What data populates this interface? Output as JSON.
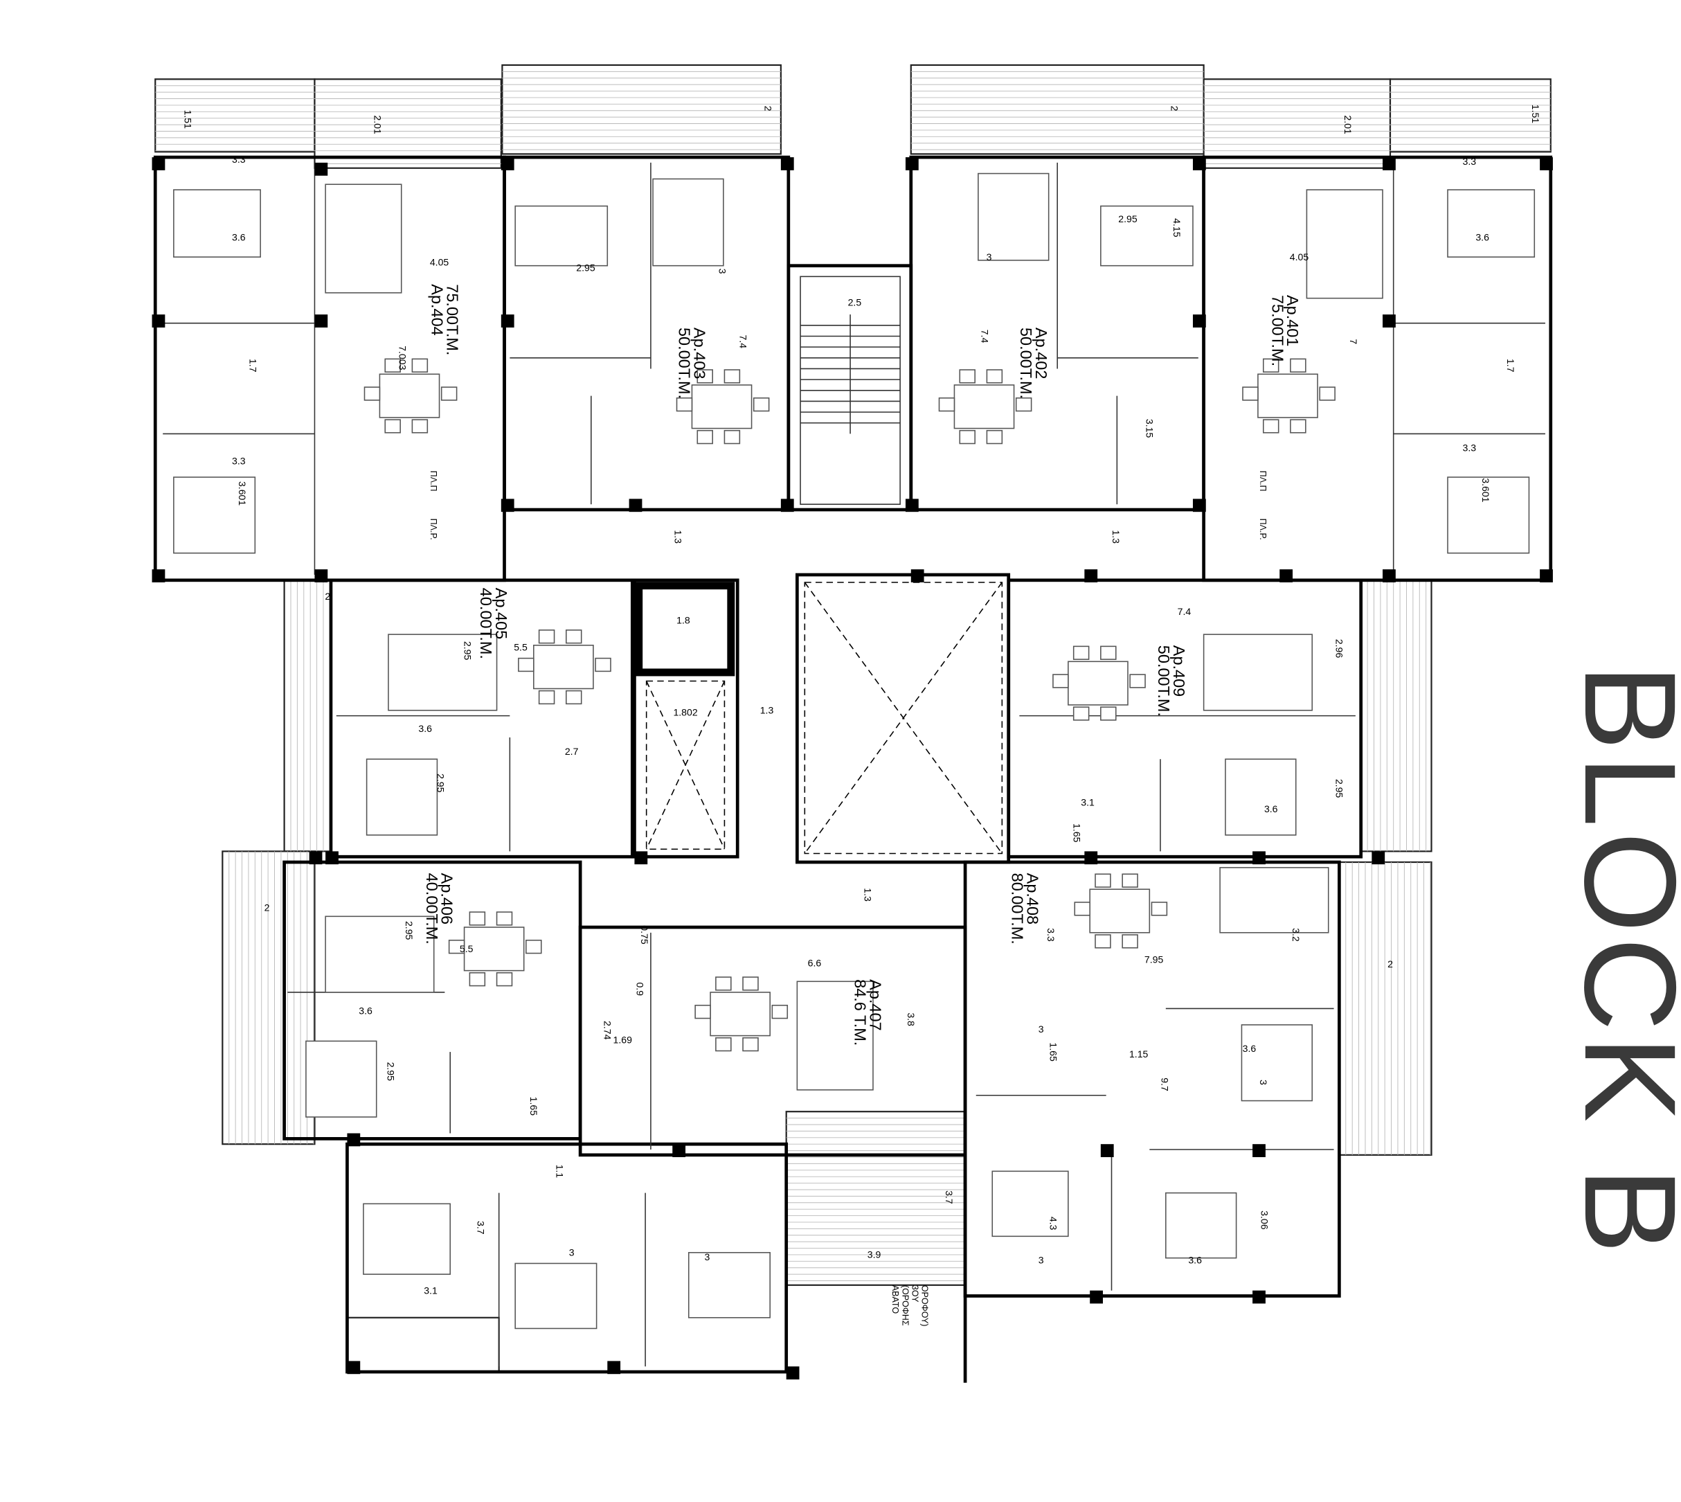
{
  "title": "BLOCK B",
  "apartments": [
    {
      "name": "Ap.404",
      "area": "75.00T.M."
    },
    {
      "name": "Ap.403",
      "area": "50.00T.M."
    },
    {
      "name": "Ap.402",
      "area": "50.00T.M."
    },
    {
      "name": "Ap.401",
      "area": "75.00T.M."
    },
    {
      "name": "Ap.405",
      "area": "40.00T.M."
    },
    {
      "name": "Ap.409",
      "area": "50.00T.M."
    },
    {
      "name": "Ap.406",
      "area": "40.00T.M."
    },
    {
      "name": "Ap.408",
      "area": "80.00T.M."
    },
    {
      "name": "Ap.407",
      "area": "84.6 T.M."
    }
  ],
  "roof_note": [
    "ΑΒΑΤΟ",
    "(ΟΡΟΦΗΣ",
    "3ΟΥ",
    "ΟΡΟΦΟΥ)"
  ],
  "pl_labels": [
    "ΠΛ.Π",
    "ΠΛ.Ρ.",
    "ΠΛ.Π",
    "ΠΛ.Ρ."
  ],
  "dims": [
    "1.51",
    "2.01",
    "3.3",
    "3.6",
    "4.05",
    "7.003",
    "1.7",
    "3.3",
    "3.601",
    "2",
    "2.95",
    "3",
    "7.4",
    "2.5",
    "3",
    "2.95",
    "4.15",
    "7.4",
    "3.15",
    "2",
    "2.01",
    "1.51",
    "3.3",
    "3.6",
    "4.05",
    "7",
    "1.7",
    "3.3",
    "3.601",
    "1.3",
    "1.3",
    "2",
    "2.95",
    "5.5",
    "1.8",
    "1.802",
    "1.3",
    "3.6",
    "2.95",
    "2.7",
    "7.4",
    "2.96",
    "3.1",
    "1.65",
    "3.6",
    "2.95",
    "2",
    "2.95",
    "5.5",
    "0.75",
    "6.6",
    "3.3",
    "7.95",
    "3.2",
    "2",
    "0.9",
    "3.6",
    "2.95",
    "2.74",
    "1.69",
    "1.65",
    "3.8",
    "3",
    "1.65",
    "1.15",
    "3.6",
    "3",
    "9.7",
    "1.1",
    "3.7",
    "3",
    "3",
    "3.9",
    "3.7",
    "4.3",
    "3.06",
    "3.1",
    "3",
    "3.6",
    "1.3"
  ]
}
